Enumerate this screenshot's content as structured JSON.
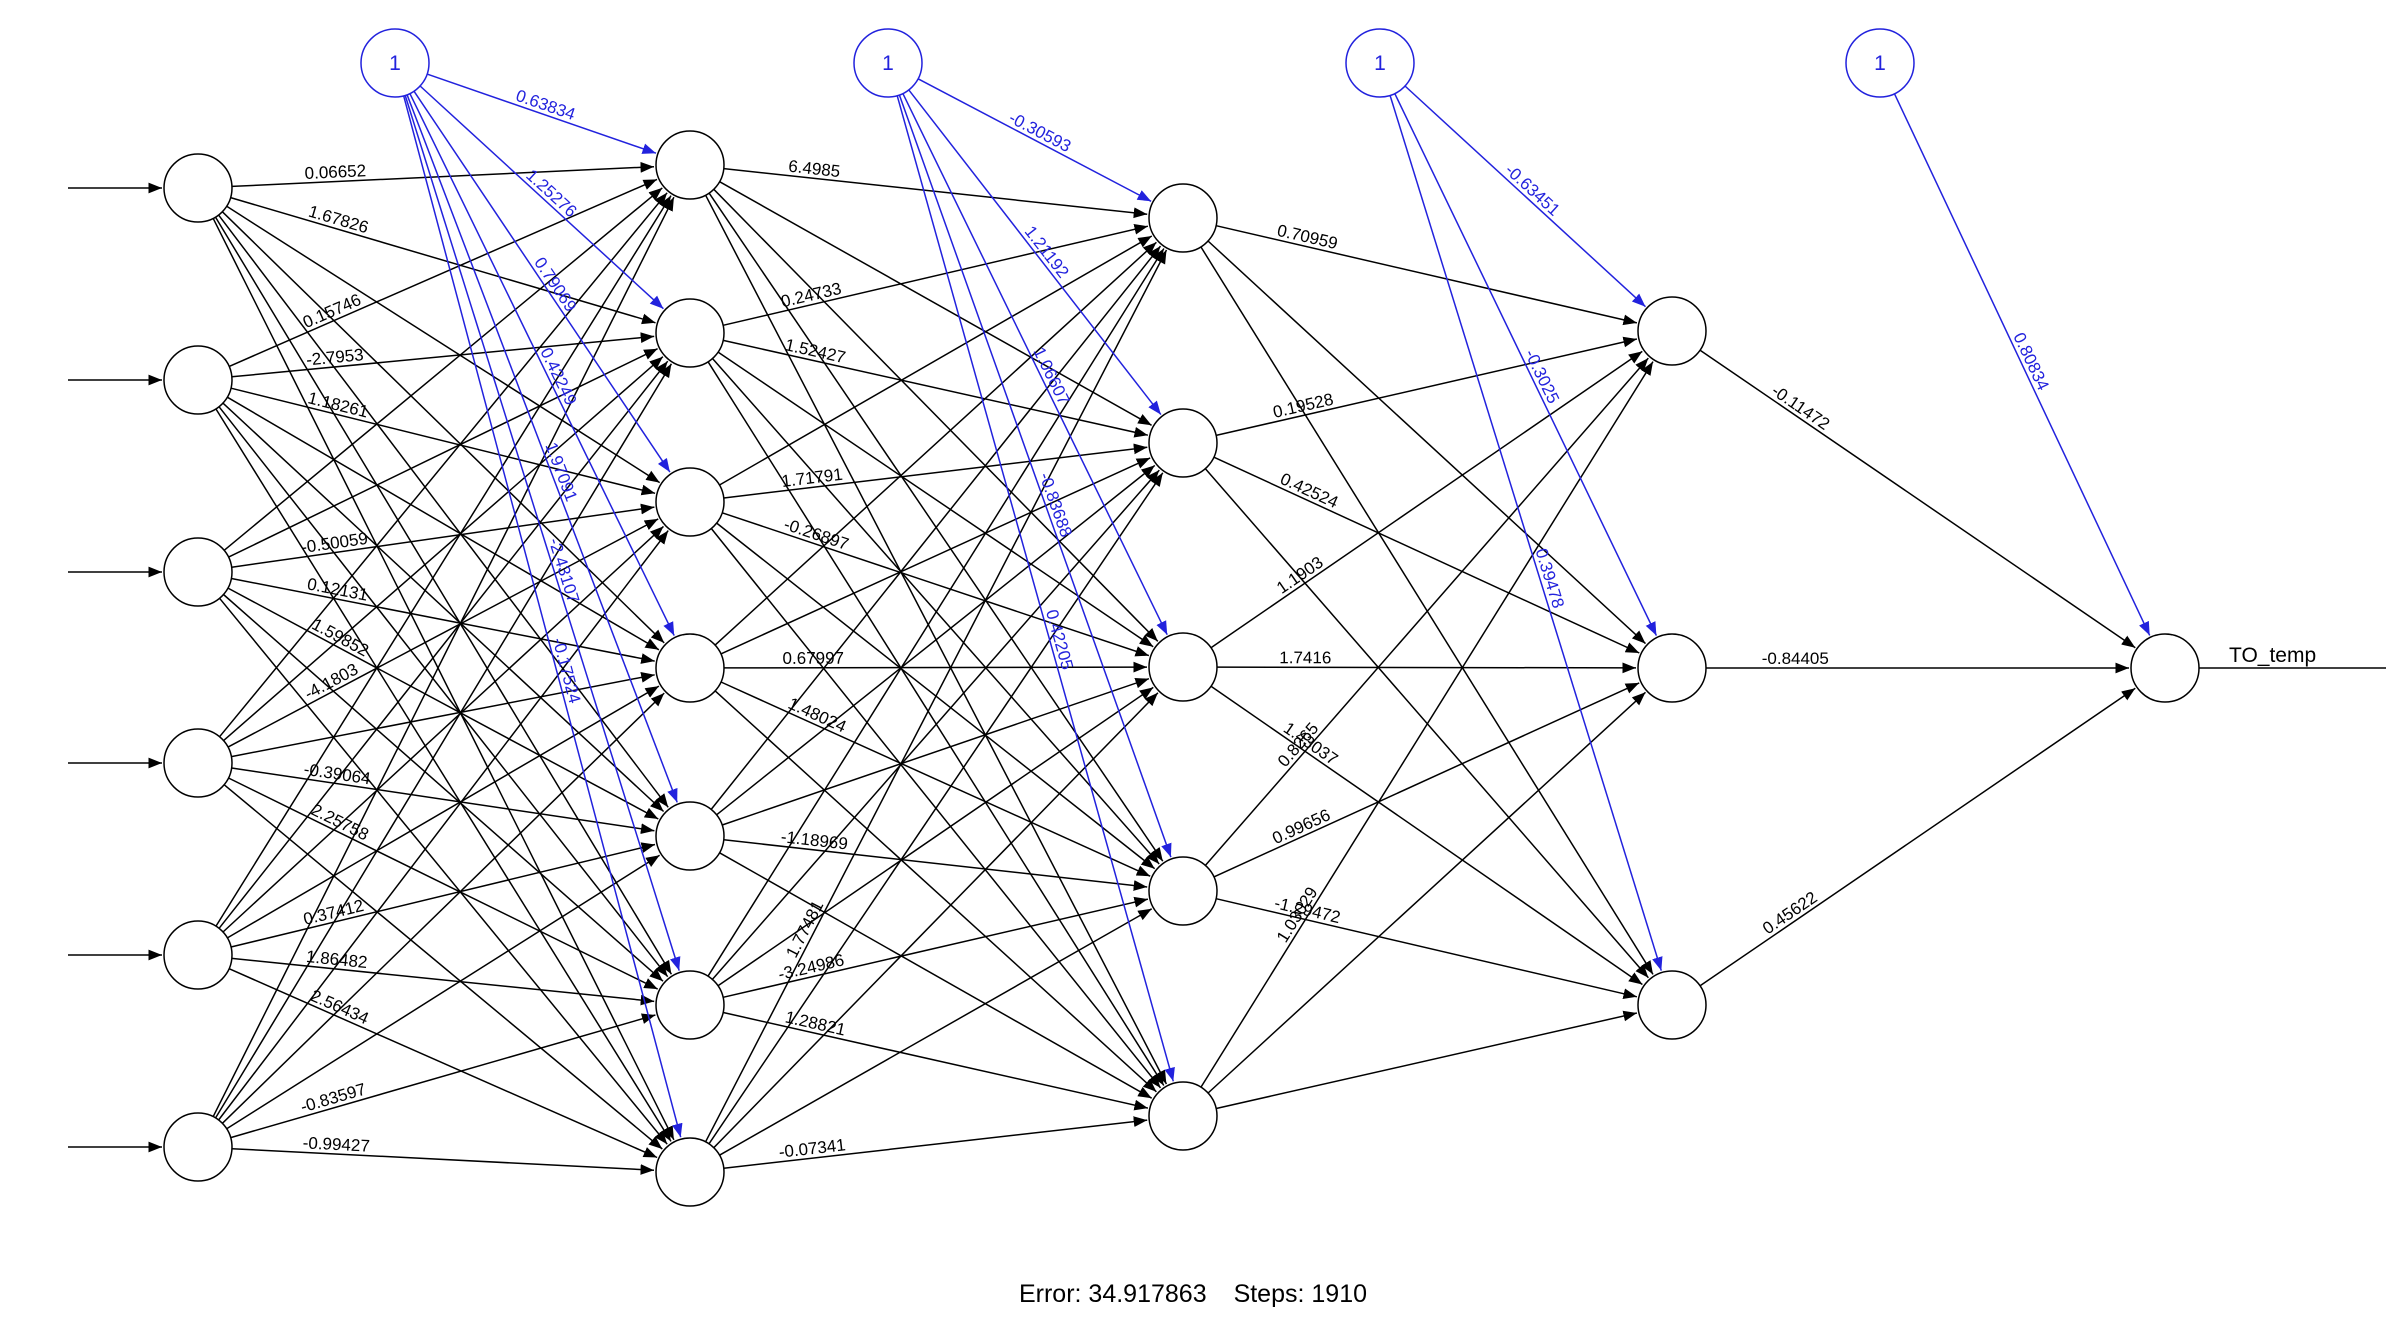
{
  "diagram": {
    "colors": {
      "weight_edge": "#000000",
      "bias_edge": "#2222dd",
      "node_stroke": "#000000"
    },
    "bias_label": "1",
    "output_label": "TO_temp",
    "hidden_weights": {
      "layer1_top_edges": [
        "0.06652",
        "1.67826"
      ],
      "layer1_node2_edges": [
        "0.15746",
        "-2.7953",
        "1.18261"
      ],
      "layer1_node3_edges": [
        "-0.50059",
        "0.12131",
        "1.59852"
      ],
      "layer1_node4_edges": [
        "-4.1803",
        "-0.39064",
        "2.25758"
      ],
      "layer1_node5_edges": [
        "0.37412",
        "1.86482",
        "2.56434"
      ],
      "layer1_node6_edges": [
        "-0.83597",
        "-0.99427"
      ],
      "layer2_edges": [
        "6.4985",
        "0.24733",
        "1.52427",
        "1.71791",
        "-0.26897",
        "0.67997",
        "1.48024",
        "-1.18969",
        "-3.24986",
        "1.28821",
        "-0.07341",
        "1.77481"
      ],
      "layer3_edges": [
        "0.70959",
        "0.19528",
        "0.42524",
        "1.1903",
        "1.7416",
        "1.43037",
        "0.8265",
        "0.99656",
        "-1.29472",
        "1.03029"
      ],
      "layer4_edges": [
        "-0.11472",
        "-0.84405",
        "0.45622"
      ]
    },
    "bias_weights": {
      "to_layer2": [
        "0.63834",
        "1.25276",
        "0.79069",
        "0.42249",
        "1.97091",
        "-2.43107",
        "-0.17524"
      ],
      "to_layer3": [
        "-0.30593",
        "1.21192",
        "1.06607",
        "-0.83688",
        "0.42205"
      ],
      "to_layer4": [
        "-0.63451",
        "-0.3025",
        "0.39478"
      ],
      "to_output": [
        "0.80834"
      ]
    }
  },
  "footer": {
    "error": "Error: 34.917863",
    "steps": "Steps: 1910"
  }
}
